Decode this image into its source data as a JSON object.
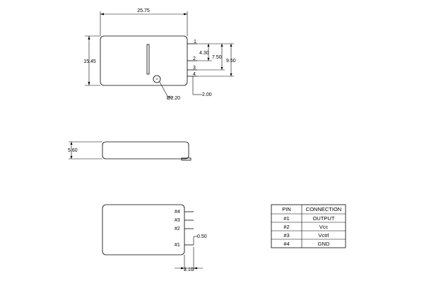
{
  "top_view": {
    "dim_width": "25.75",
    "dim_height": "15.45",
    "dim_4_30": "4.30",
    "dim_7_50": "7.50",
    "dim_9_50": "9.50",
    "dim_hole": "Ø2.20",
    "dim_2_00": "2.00",
    "pins": [
      "1",
      "2",
      "3",
      "4"
    ]
  },
  "side_view": {
    "dim_thickness": "5.60"
  },
  "bottom_view": {
    "pins": [
      "#4",
      "#3",
      "#2",
      "#1"
    ],
    "dim_0_50": "0.50",
    "dim_3_10": "3.10"
  },
  "pin_table": {
    "headers": [
      "PIN",
      "CONNECTION"
    ],
    "rows": [
      {
        "pin": "#1",
        "connection": "OUTPUT"
      },
      {
        "pin": "#2",
        "connection": "Vcc"
      },
      {
        "pin": "#3",
        "connection": "Vctrl"
      },
      {
        "pin": "#4",
        "connection": "GND"
      }
    ]
  }
}
